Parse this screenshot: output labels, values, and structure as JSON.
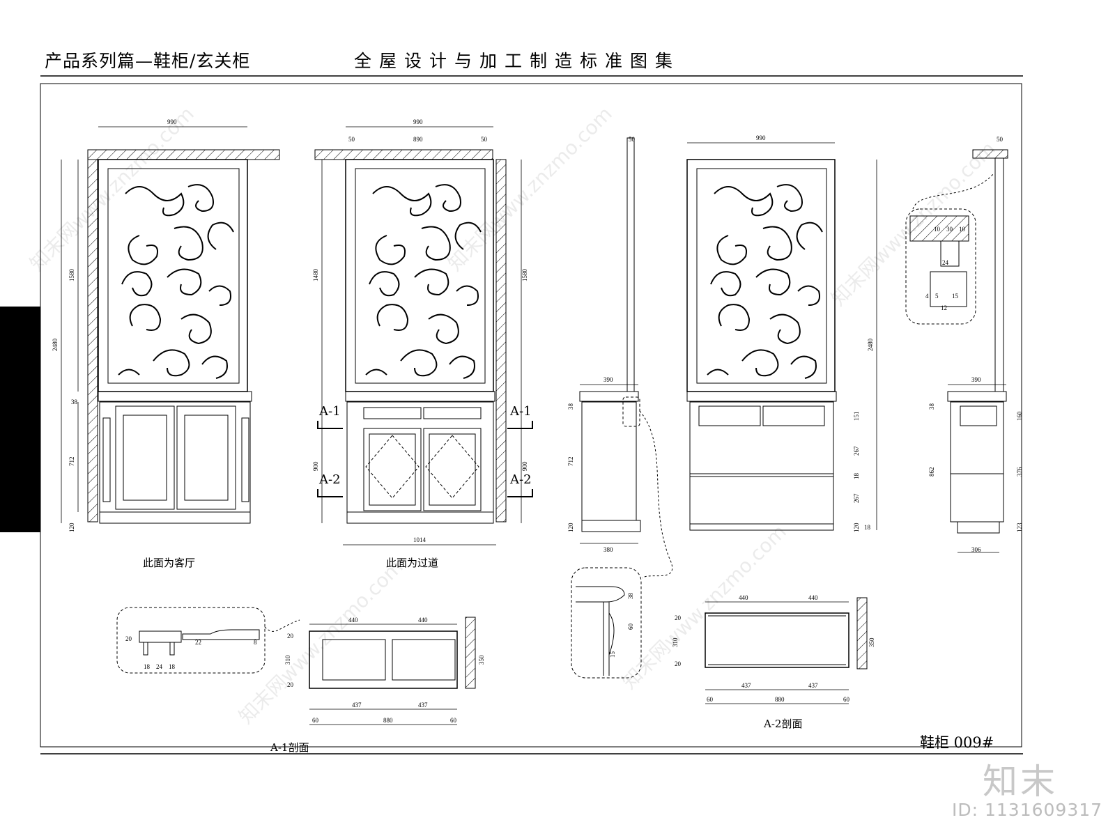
{
  "header": {
    "left_title": "产品系列篇—鞋柜/玄关柜",
    "right_title": "全屋设计与加工制造标准图集"
  },
  "labels": {
    "living_room_face": "此面为客厅",
    "corridor_face": "此面为过道",
    "section_a1": "A-1剖面",
    "section_a2": "A-2剖面",
    "sheet_title": "鞋柜 009#",
    "marker_a1": "A-1",
    "marker_a2": "A-2"
  },
  "watermark": {
    "brand": "知末",
    "id_text": "ID: 1131609317",
    "url_text": "知末网www.znzmo.com"
  },
  "dimensions": {
    "width_990": "990",
    "width_890": "890",
    "edge_50": "50",
    "height_2480": "2480",
    "height_1580": "1580",
    "height_1480": "1480",
    "height_712": "712",
    "height_900": "900",
    "height_120": "120",
    "height_38": "38",
    "width_1014": "1014",
    "depth_390": "390",
    "depth_380": "380",
    "height_151": "151",
    "height_267": "267",
    "gap_18": "18",
    "height_862": "862",
    "height_160": "160",
    "height_376": "376",
    "height_123": "123",
    "depth_306": "306",
    "half_440": "440",
    "half_437": "437",
    "total_880": "880",
    "side_60": "60",
    "depth_310": "310",
    "depth_350": "350",
    "rail_20": "20",
    "detail_24": "24",
    "detail_22": "22",
    "detail_8": "8",
    "detail_10": "10",
    "detail_30": "30",
    "detail_15": "15",
    "detail_12": "12",
    "detail_5": "5",
    "detail_4": "4"
  }
}
